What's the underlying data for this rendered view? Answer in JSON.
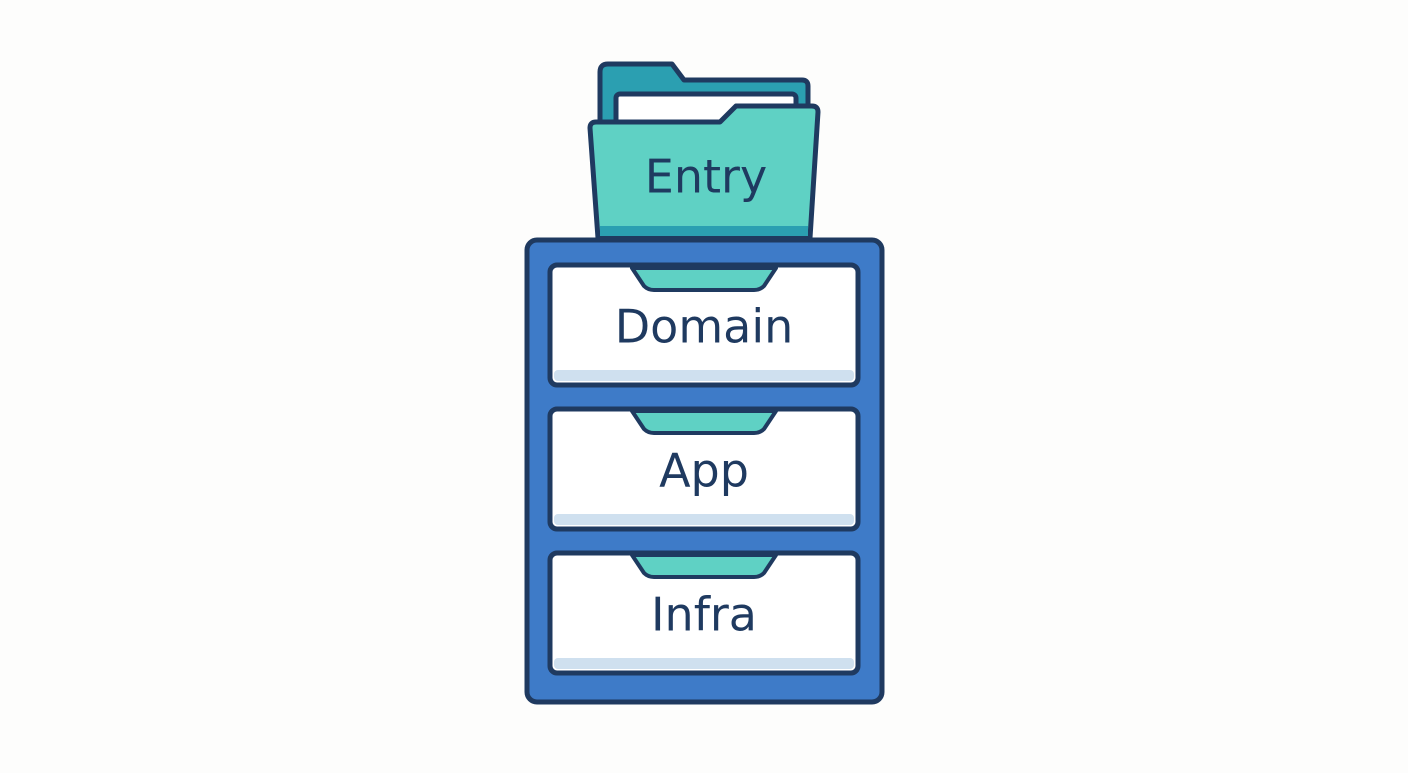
{
  "diagram": {
    "folder": {
      "label": "Entry",
      "icon": "folder-icon"
    },
    "drawers": [
      {
        "label": "Domain"
      },
      {
        "label": "App"
      },
      {
        "label": "Infra"
      }
    ],
    "colors": {
      "outline": "#1f3a60",
      "cabinet": "#3e7bc8",
      "teal": "#5fd1c4",
      "teal_dark": "#2b9fb1",
      "drawer_face": "#ffffff",
      "drawer_shadow": "#cfe0ef",
      "paper": "#ffffff",
      "background": "#fdfdfc"
    }
  }
}
